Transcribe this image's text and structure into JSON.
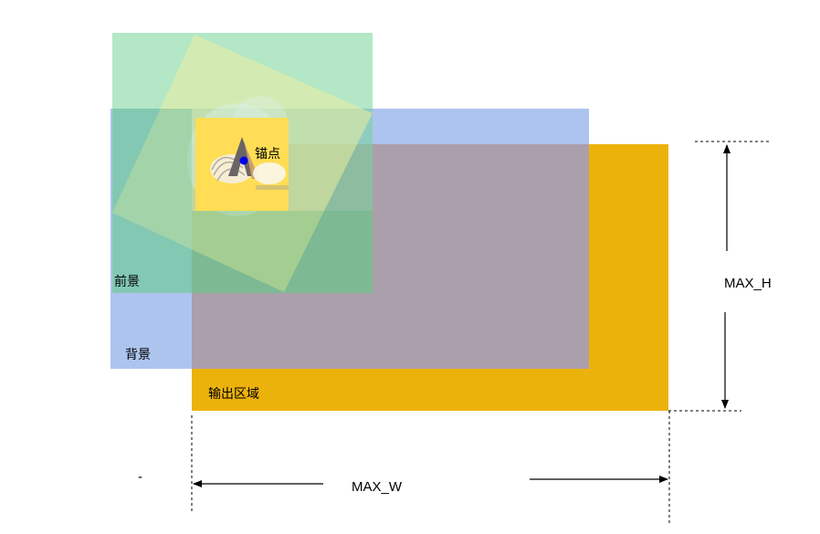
{
  "labels": {
    "foreground": "前景",
    "background": "背景",
    "output_region": "输出区域",
    "anchor": "锚点",
    "max_h": "MAX_H",
    "max_w": "MAX_W",
    "dash_mark": "-"
  },
  "colors": {
    "foreground": "#a7e3bf",
    "background": "#adc4ef",
    "output": "#ecb20c",
    "overlap": "#aa9fab",
    "overlap_green": "#6cbf9f",
    "rotated": "#d9e8a6",
    "logo_tile": "#ffd83a",
    "anchor_dot": "#0000ee"
  },
  "icons": {
    "logo": "adobe-style-logo-icon",
    "anchor": "anchor-point-icon"
  }
}
